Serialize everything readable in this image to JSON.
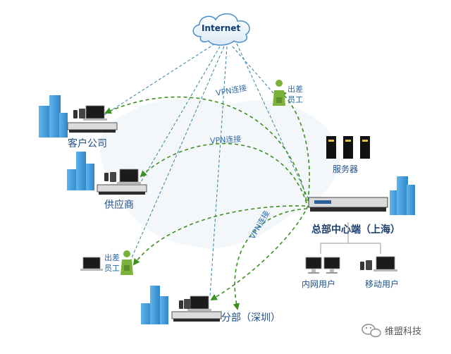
{
  "internet": {
    "label": "Internet"
  },
  "nodes": {
    "customer": "客户公司",
    "supplier": "供应商",
    "traveler_top_line1": "出差",
    "traveler_top_line2": "员工",
    "traveler_left_line1": "出差",
    "traveler_left_line2": "员工",
    "servers": "服务器",
    "hq": "总部中心端（上海）",
    "intranet_users": "内网用户",
    "mobile_users": "移动用户",
    "branch": "分部（深圳）"
  },
  "vpn_labels": [
    "VPN连接",
    "VPN连接",
    "VPN连接"
  ],
  "watermark": "维盟科技",
  "colors": {
    "vpn_line": "#3d8f1f",
    "internet_line": "#2f7fa0",
    "building": "#3d9ad8",
    "label": "#1f4f86",
    "cloud_fill": "#eef6fc",
    "cloud_stroke": "#4a8ec8"
  }
}
